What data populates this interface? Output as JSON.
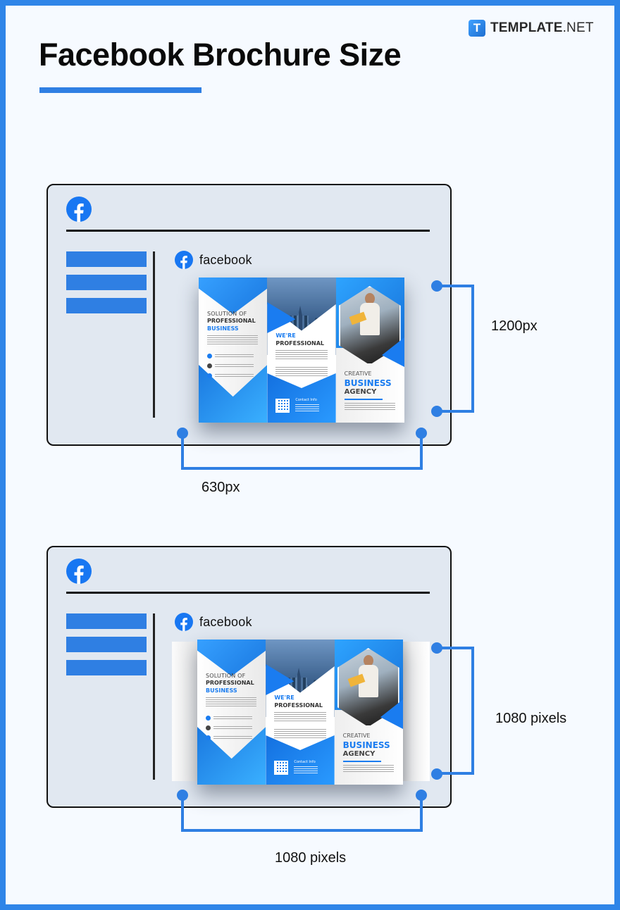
{
  "header": {
    "title": "Facebook Brochure Size",
    "brand_logo_letter": "T",
    "brand_bold": "TEMPLATE",
    "brand_light": ".NET"
  },
  "colors": {
    "frame": "#2f85e8",
    "background": "#f6faff",
    "accent": "#2f7fe3",
    "mock_bg": "#e1e8f1"
  },
  "mockups": [
    {
      "fb_wordmark": "facebook",
      "width_label": "630px",
      "height_label": "1200px",
      "brochure": {
        "panel1": {
          "line1": "SOLUTION OF",
          "line2": "PROFESSIONAL",
          "line3": "BUSINESS"
        },
        "panel2": {
          "line1": "WE'RE",
          "line2": "PROFESSIONAL",
          "contact": "Contact Info"
        },
        "panel3": {
          "line1": "CREATIVE",
          "line2": "BUSINESS",
          "line3": "AGENCY"
        }
      }
    },
    {
      "fb_wordmark": "facebook",
      "width_label": "1080 pixels",
      "height_label": "1080 pixels",
      "brochure": {
        "panel1": {
          "line1": "SOLUTION OF",
          "line2": "PROFESSIONAL",
          "line3": "BUSINESS"
        },
        "panel2": {
          "line1": "WE'RE",
          "line2": "PROFESSIONAL",
          "contact": "Contact Info"
        },
        "panel3": {
          "line1": "CREATIVE",
          "line2": "BUSINESS",
          "line3": "AGENCY"
        }
      }
    }
  ]
}
